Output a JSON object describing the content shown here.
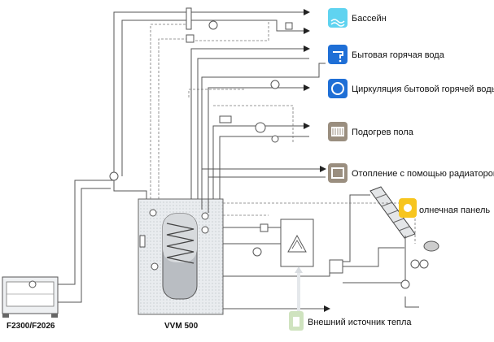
{
  "outputs": [
    {
      "label": "Бассейн",
      "icon": "pool-icon",
      "color": "#5fd3f0"
    },
    {
      "label": "Бытовая горячая вода",
      "icon": "faucet-icon",
      "color": "#1f6fd6"
    },
    {
      "label": "Циркуляция бытовой горячей воды",
      "icon": "circulation-icon",
      "color": "#1f6fd6"
    },
    {
      "label": "Подогрев пола",
      "icon": "floor-heating-icon",
      "color": "#9a8e7f"
    },
    {
      "label": "Отопление с помощью радиаторов",
      "icon": "radiator-icon",
      "color": "#9a8e7f"
    }
  ],
  "solar_panel": {
    "label": "олнечная панель",
    "icon": "sun-icon",
    "color": "#f7c51e"
  },
  "external_source": {
    "label": "Внешний источник тепла",
    "icon": "external-source-icon",
    "color": "#cfe3bf"
  },
  "heat_pump": {
    "label": "F2300/F2026"
  },
  "tank": {
    "label": "VVM 500"
  }
}
